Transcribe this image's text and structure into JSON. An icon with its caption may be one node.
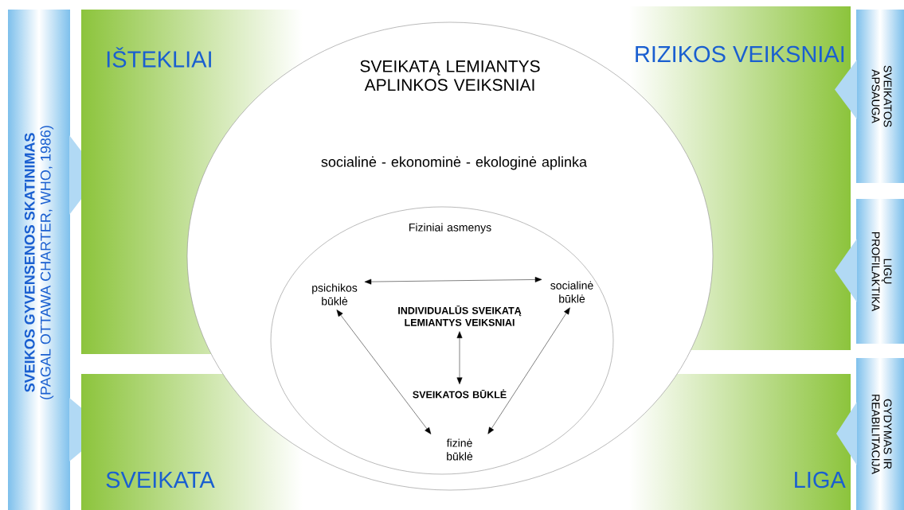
{
  "diagram": {
    "nodes": [
      {
        "text": [
          "SVEIKOS GYVENSENOS SKATINIMAS",
          "(PAGAL OTTAWA CHARTER, WHO, 1986)"
        ]
      },
      {
        "text": [
          "IŠTEKLIAI"
        ]
      },
      {
        "text": [
          "SVEIKATA"
        ]
      },
      {
        "text": [
          "RIZIKOS VEIKSNIAI"
        ]
      },
      {
        "text": [
          "LIGA"
        ]
      },
      {
        "text": [
          "SVEIKATOS APSAUGA"
        ]
      },
      {
        "text": [
          "LIGŲ PROFILAKTIKA"
        ]
      },
      {
        "text": [
          "GYDYMAS IR REABILITACIJA"
        ]
      },
      {
        "text": [
          "SVEIKATĄ LEMIANTYS APLINKOS VEIKSNIAI",
          "socialinė - ekonominė - ekologinė aplinka"
        ]
      },
      {
        "text": [
          "Fiziniai asmenys"
        ],
        "in": 8
      },
      {
        "text": [
          "psichikos būklė"
        ],
        "in": 9
      },
      {
        "text": [
          "socialinė būklė"
        ],
        "in": 9
      },
      {
        "text": [
          "INDIVIDUALŪS SVEIKATĄ LEMIANTYS VEIKSNIAI"
        ],
        "in": 9
      },
      {
        "text": [
          "SVEIKATOS BŪKLĖ"
        ],
        "in": 9
      },
      {
        "text": [
          "fizinė būklė"
        ],
        "in": 9
      }
    ],
    "edges": [
      {
        "from": 10,
        "to": 11,
        "arrow": "both"
      },
      {
        "from": 12,
        "to": 13,
        "arrow": "both"
      },
      {
        "from": 10,
        "to": 14,
        "arrow": "both"
      },
      {
        "from": 11,
        "to": 14,
        "arrow": "both"
      }
    ]
  }
}
